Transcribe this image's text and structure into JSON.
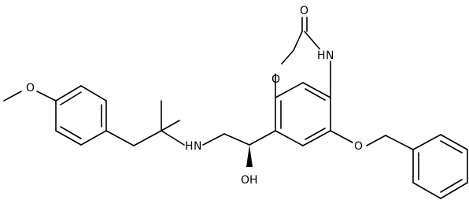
{
  "molecule": {
    "atom_labels": {
      "carbonyl_oxygen": "O",
      "ring_nitrogen": "H",
      "ring_nitrogen_n": "N",
      "ring_oxygen": "O",
      "methoxy_oxygen": "O",
      "amine": "H",
      "amine_n": "N",
      "hydroxyl": "OH",
      "benzyloxy_oxygen": "O"
    },
    "colors": {
      "bond": "#000000",
      "text": "#000000",
      "background": "#ffffff"
    }
  }
}
